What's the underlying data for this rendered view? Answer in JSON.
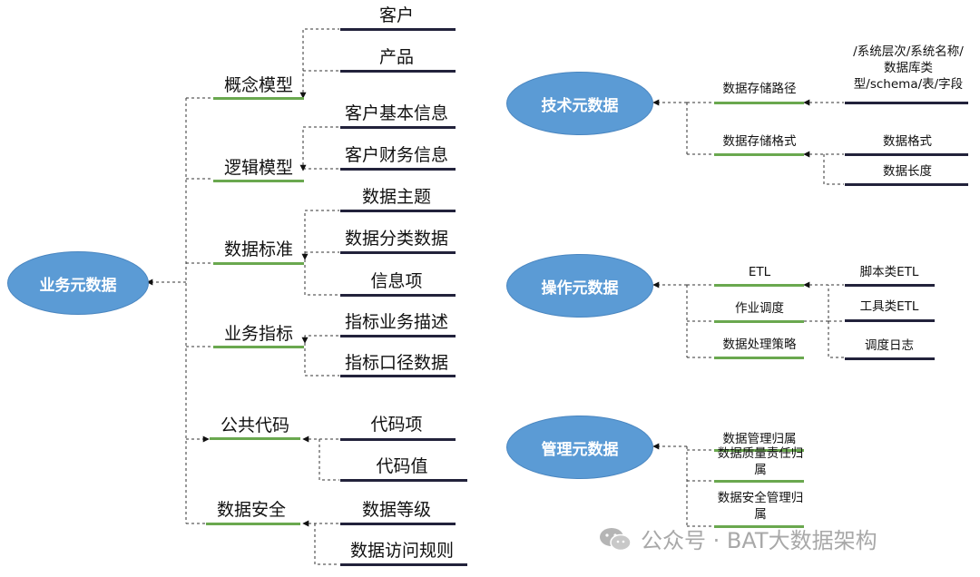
{
  "business": {
    "root": "业务元数据",
    "groups": [
      {
        "label": "概念模型",
        "children": [
          "客户",
          "产品"
        ]
      },
      {
        "label": "逻辑模型",
        "children": [
          "客户基本信息",
          "客户财务信息"
        ]
      },
      {
        "label": "数据标准",
        "children": [
          "数据主题",
          "数据分类数据",
          "信息项"
        ]
      },
      {
        "label": "业务指标",
        "children": [
          "指标业务描述",
          "指标口径数据"
        ]
      },
      {
        "label": "公共代码",
        "children": [
          "代码项",
          "代码值"
        ]
      },
      {
        "label": "数据安全",
        "children": [
          "数据等级",
          "数据访问规则"
        ]
      }
    ]
  },
  "technical": {
    "root": "技术元数据",
    "items": [
      {
        "label": "数据存储路径",
        "children": [
          "/系统层次/系统名称/数据库类型/schema/表/字段"
        ]
      },
      {
        "label": "数据存储格式",
        "children": [
          "数据格式",
          "数据长度"
        ]
      }
    ]
  },
  "operational": {
    "root": "操作元数据",
    "items": [
      {
        "label": "ETL",
        "children": [
          "脚本类ETL"
        ]
      },
      {
        "label": "作业调度",
        "children": [
          "工具类ETL",
          "调度日志"
        ]
      },
      {
        "label": "数据处理策略",
        "children": []
      }
    ]
  },
  "management": {
    "root": "管理元数据",
    "items": [
      {
        "label": "数据管理归属"
      },
      {
        "label": "数据质量责任归属"
      },
      {
        "label": "数据安全管理归属"
      }
    ]
  },
  "watermark": {
    "text": "公众号 · BAT大数据架构",
    "icon": "wechat-icon"
  },
  "colors": {
    "ellipse": "#5b9bd5",
    "green_line": "#6aa84f",
    "navy_line": "#22223b",
    "connector": "#333333"
  }
}
